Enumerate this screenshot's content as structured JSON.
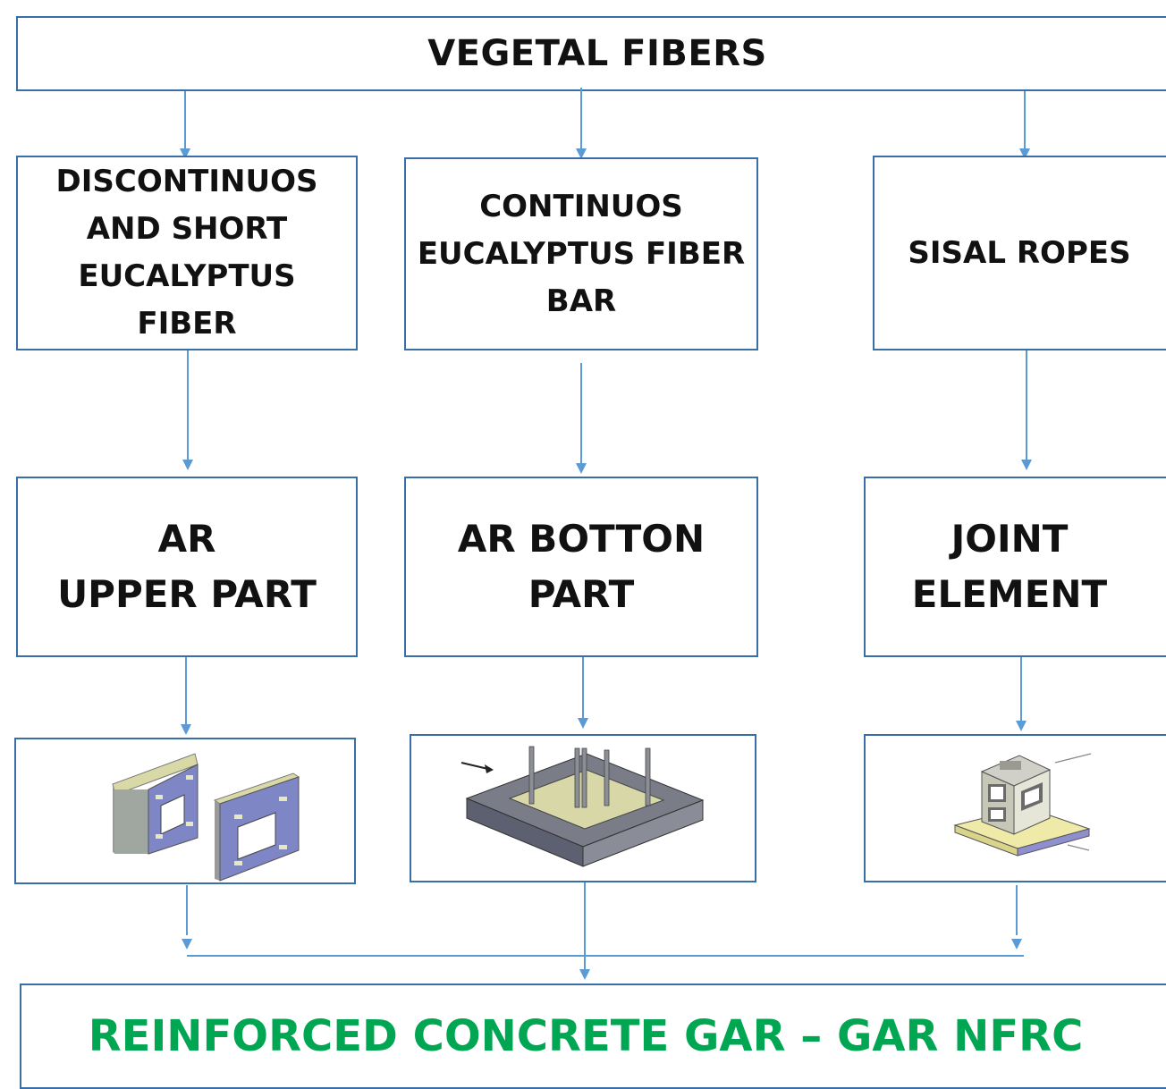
{
  "top": {
    "title": "VEGETAL FIBERS"
  },
  "sources": [
    {
      "lines": [
        "DISCONTINUOS",
        "AND SHORT",
        "EUCALYPTUS",
        "FIBER"
      ]
    },
    {
      "lines": [
        "CONTINUOS",
        "EUCALYPTUS  FIBER",
        "BAR"
      ]
    },
    {
      "lines": [
        "SISAL ROPES"
      ]
    }
  ],
  "parts": [
    {
      "lines": [
        "AR",
        "UPPER PART"
      ]
    },
    {
      "lines": [
        "AR BOTTON",
        "PART"
      ]
    },
    {
      "lines": [
        "JOINT",
        "ELEMENT"
      ]
    }
  ],
  "images": [
    {
      "icon": "ar-upper-part-render"
    },
    {
      "icon": "ar-bottom-part-render"
    },
    {
      "icon": "joint-element-render"
    }
  ],
  "result": {
    "title": "REINFORCED CONCRETE GAR – GAR NFRC",
    "color": "#00a651"
  },
  "colors": {
    "border": "#3a6ea8",
    "arrow": "#5b9bd5"
  }
}
